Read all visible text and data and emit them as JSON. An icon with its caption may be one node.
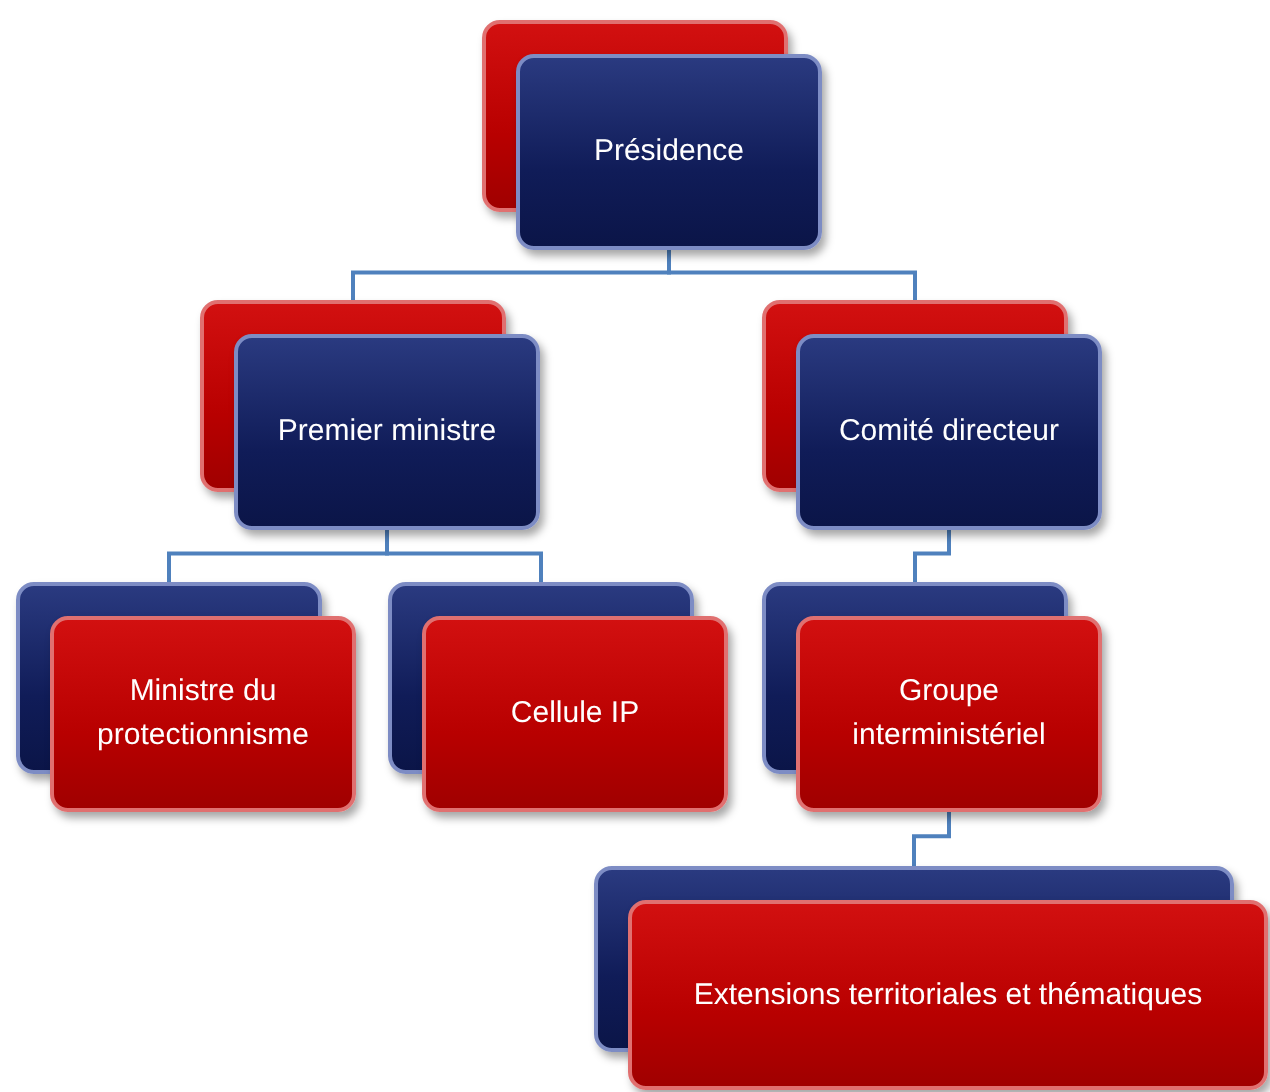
{
  "diagram": {
    "nodes": [
      {
        "text": [
          "Présidence"
        ]
      },
      {
        "text": [
          "Premier ministre"
        ]
      },
      {
        "text": [
          "Comité directeur"
        ]
      },
      {
        "text": [
          "Ministre du protectionnisme"
        ]
      },
      {
        "text": [
          "Cellule IP"
        ]
      },
      {
        "text": [
          "Groupe interministériel"
        ]
      },
      {
        "text": [
          "Extensions territoriales et thématiques"
        ]
      }
    ],
    "edges": [
      {
        "from": 0,
        "to": 1,
        "arrow": "none"
      },
      {
        "from": 0,
        "to": 2,
        "arrow": "none"
      },
      {
        "from": 1,
        "to": 3,
        "arrow": "none"
      },
      {
        "from": 1,
        "to": 4,
        "arrow": "none"
      },
      {
        "from": 2,
        "to": 5,
        "arrow": "none"
      },
      {
        "from": 5,
        "to": 6,
        "arrow": "none"
      }
    ]
  }
}
